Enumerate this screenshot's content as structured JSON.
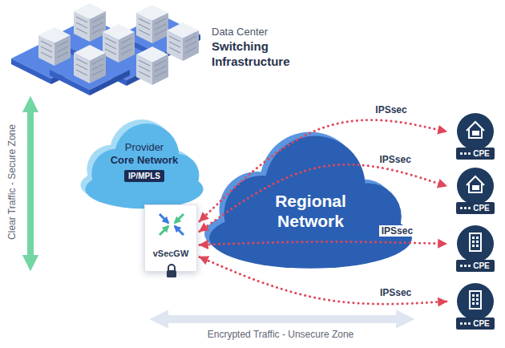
{
  "diagram": {
    "nodes": [
      {
        "text": [
          "Data Center",
          "Switching Infrastructure"
        ]
      },
      {
        "text": [
          "Provider",
          "Core Network",
          "IP/MPLS"
        ]
      },
      {
        "text": [
          "vSecGW"
        ]
      },
      {
        "text": [
          "Regional Network"
        ]
      },
      {
        "text": [
          "CPE"
        ]
      },
      {
        "text": [
          "CPE"
        ]
      },
      {
        "text": [
          "CPE"
        ]
      },
      {
        "text": [
          "CPE"
        ]
      }
    ],
    "edges": [
      {
        "from": 2,
        "to": 4,
        "arrow": "both",
        "label": "IPSsec"
      },
      {
        "from": 2,
        "to": 5,
        "arrow": "both",
        "label": "IPSsec"
      },
      {
        "from": 2,
        "to": 6,
        "arrow": "both",
        "label": "IPSsec"
      },
      {
        "from": 2,
        "to": 7,
        "arrow": "both",
        "label": "IPSsec"
      }
    ],
    "labels": [
      "Clear Traffic - Secure Zone",
      "Encrypted Traffic - Unsecure Zone"
    ]
  }
}
